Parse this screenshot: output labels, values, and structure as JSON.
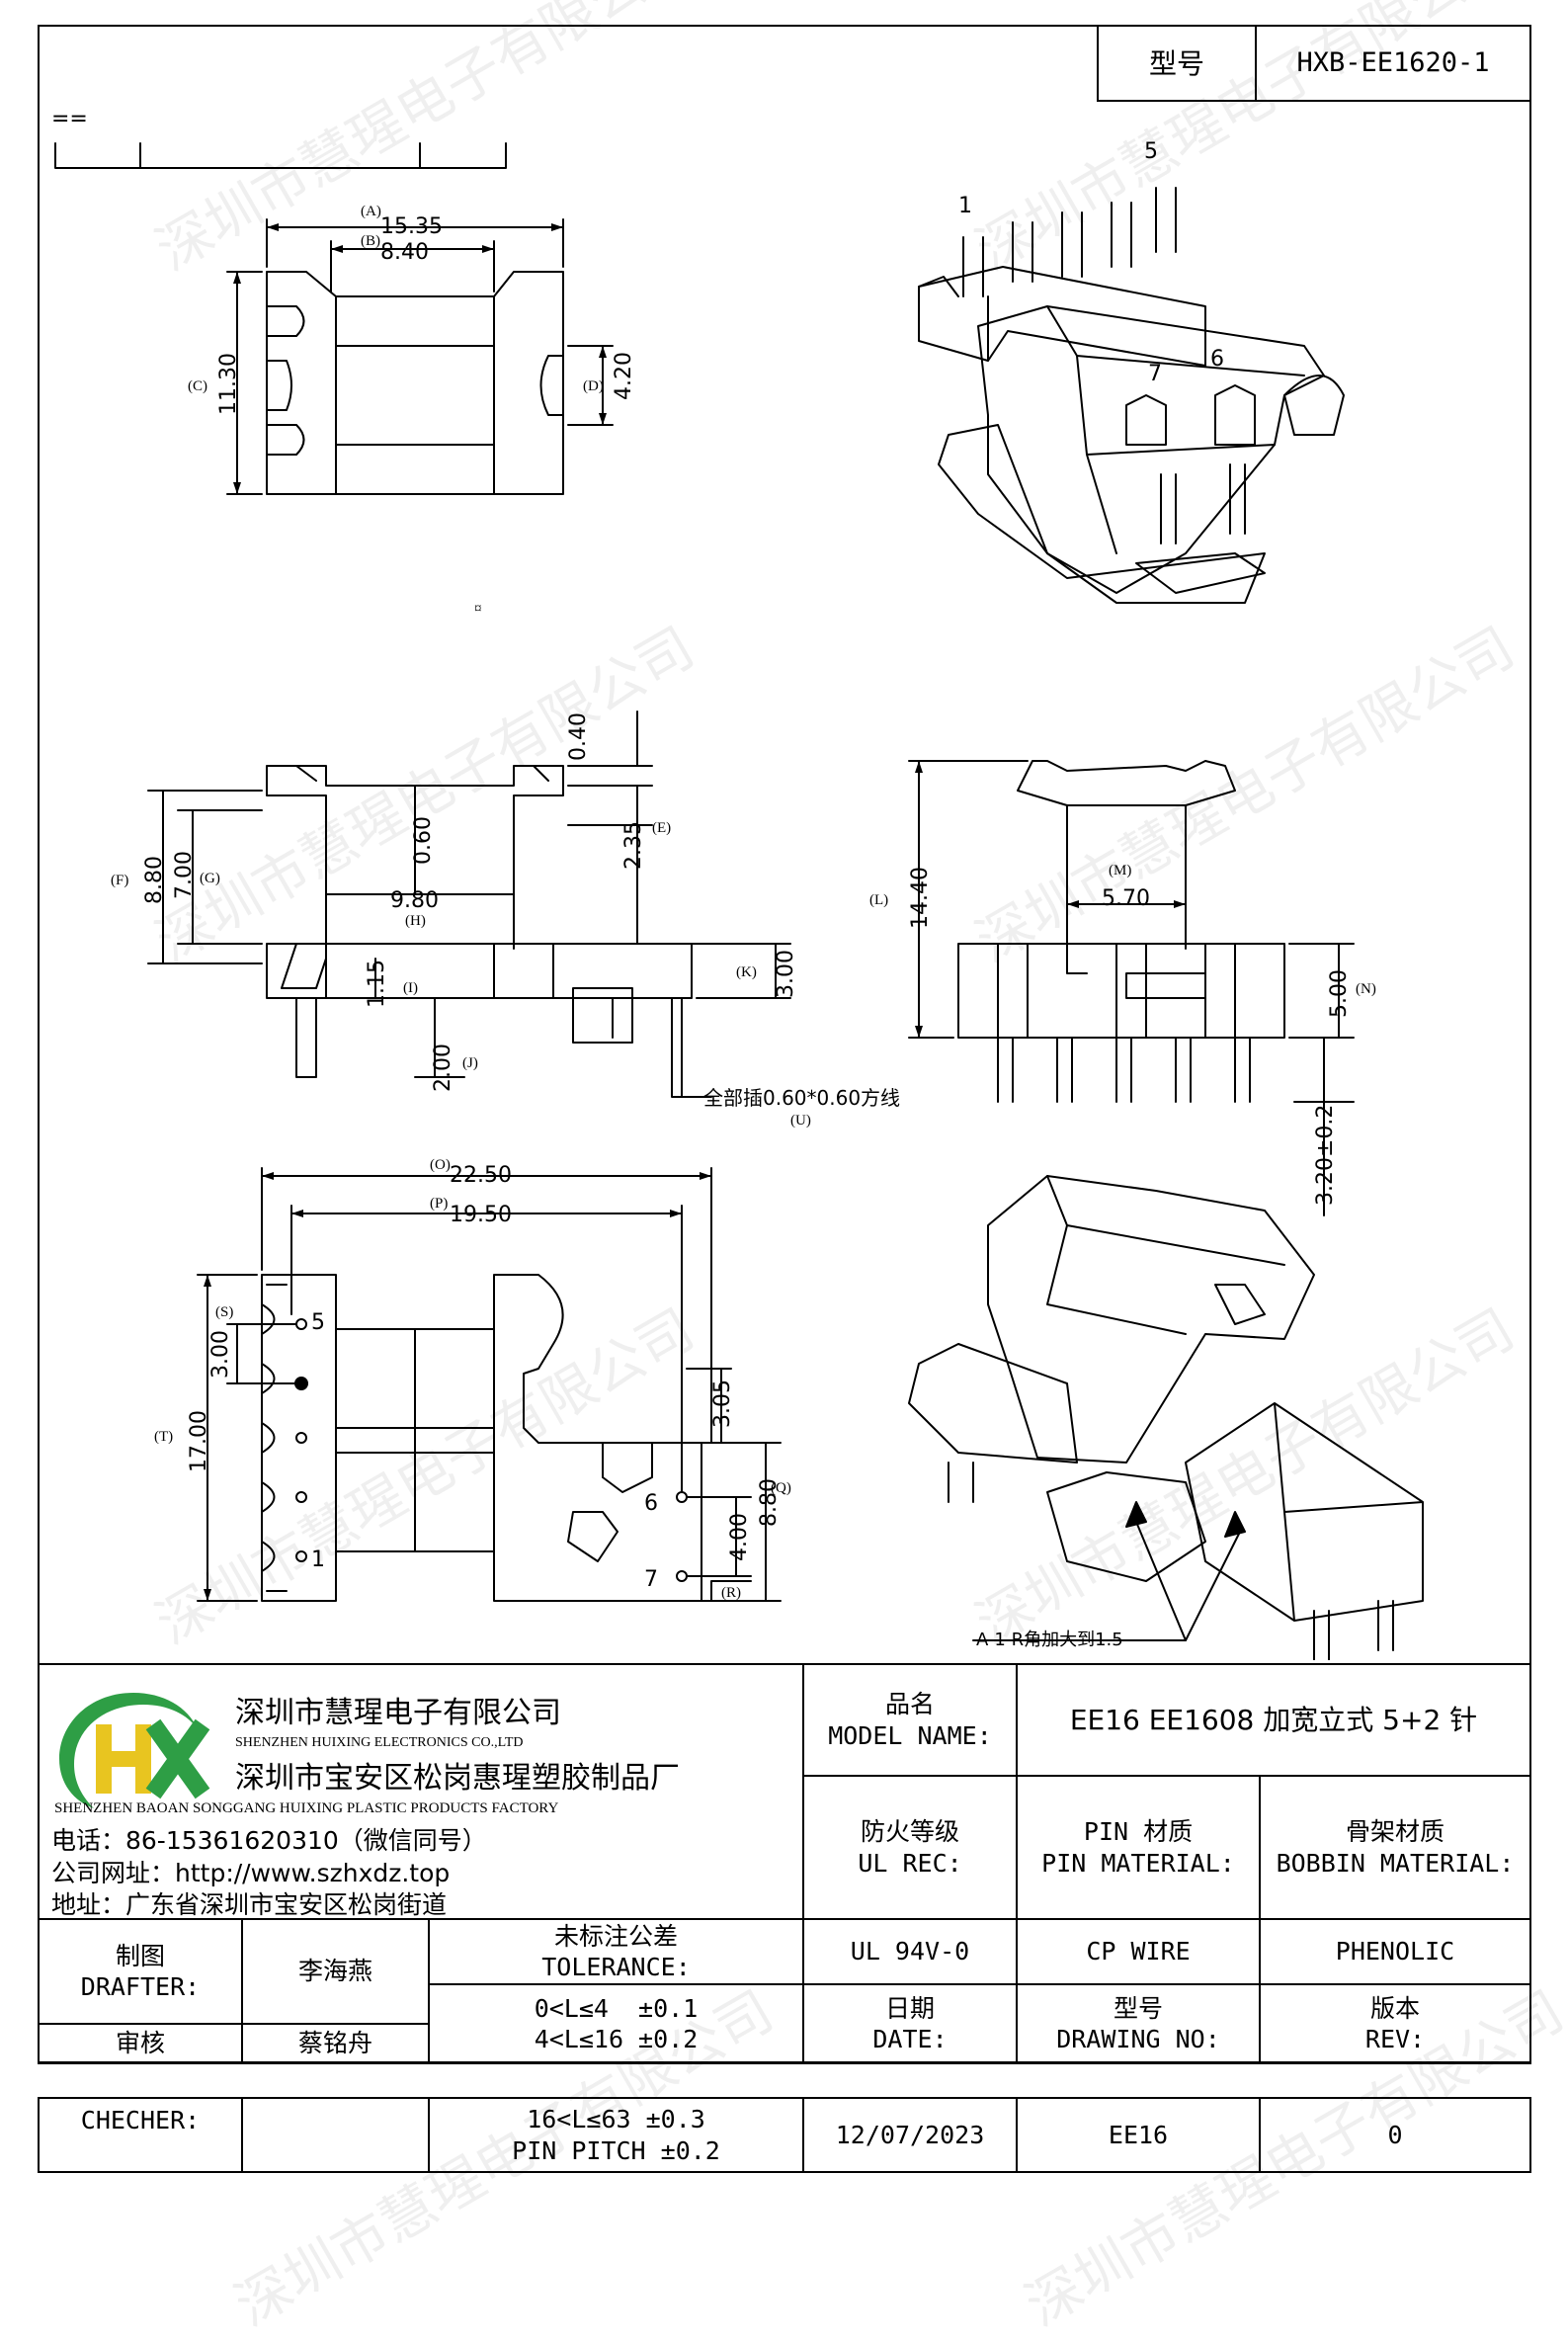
{
  "header": {
    "model_label": "型号",
    "model_value": "HXB-EE1620-1",
    "mark": "=="
  },
  "drawing": {
    "top_view": {
      "A": "(A)",
      "A_val": "15.35",
      "B": "(B)",
      "B_val": "8.40",
      "C": "(C)",
      "C_val": "11.30",
      "D": "(D)",
      "D_val": "4.20"
    },
    "side_view": {
      "v040": "0.40",
      "E": "(E)",
      "E_val": "2.35",
      "F": "(F)",
      "F_val": "8.80",
      "G": "(G)",
      "G_val": "7.00",
      "v060": "0.60",
      "H": "(H)",
      "H_val": "9.80",
      "I": "(I)",
      "I_val": "1.15",
      "J": "(J)",
      "J_val": "2.00",
      "K": "(K)",
      "K_val": "3.00",
      "U_note": "全部插0.60*0.60方线",
      "U": "(U)"
    },
    "front_view": {
      "L": "(L)",
      "L_val": "14.40",
      "M": "(M)",
      "M_val": "5.70",
      "N": "(N)",
      "N_val": "5.00",
      "pin_len": "3.20±0.2"
    },
    "bottom_view": {
      "O": "(O)",
      "O_val": "22.50",
      "P": "(P)",
      "P_val": "19.50",
      "S": "(S)",
      "S_val": "3.00",
      "T": "(T)",
      "T_val": "17.00",
      "v305": "3.05",
      "Q": "(Q)",
      "Q_val": "8.80",
      "v400": "4.00",
      "R": "(R)",
      "pin5": "5",
      "pin1": "1",
      "pin6": "6",
      "pin7": "7"
    },
    "iso_top": {
      "pin1": "1",
      "pin5": "5",
      "pin6": "6",
      "pin7": "7"
    },
    "iso_bottom": {
      "note": "A-1 R角加大到1.5"
    },
    "small_mark": "¤"
  },
  "company": {
    "logo_letters": "HX",
    "name_cn": "深圳市慧瑆电子有限公司",
    "name_en": "SHENZHEN HUIXING ELECTRONICS CO.,LTD",
    "factory_cn": "深圳市宝安区松岗惠瑆塑胶制品厂",
    "factory_en": "SHENZHEN BAOAN SONGGANG HUIXING PLASTIC PRODUCTS FACTORY",
    "phone": "电话：86-15361620310（微信同号）",
    "website": "公司网址：http://www.szhxdz.top",
    "address": "地址：广东省深圳市宝安区松岗街道"
  },
  "titleblock": {
    "model_name_cn": "品名",
    "model_name_en": "MODEL NAME:",
    "model_name_value": "EE16 EE1608 加宽立式 5+2 针",
    "ul_cn": "防火等级",
    "ul_en": "UL REC:",
    "pin_cn": "PIN 材质",
    "pin_en": "PIN MATERIAL:",
    "bobbin_cn": "骨架材质",
    "bobbin_en": "BOBBIN MATERIAL:",
    "drafter_cn": "制图",
    "drafter_en": "DRAFTER:",
    "drafter_name": "李海燕",
    "tol_cn": "未标注公差",
    "tol_en": "TOLERANCE:",
    "tol1": "0<L≤4  ±0.1",
    "tol2": "4<L≤16 ±0.2",
    "tol3": "16<L≤63 ±0.3",
    "tol4": "PIN PITCH ±0.2",
    "ul_value": "UL 94V-0",
    "pin_value": "CP WIRE",
    "bobbin_value": "PHENOLIC",
    "checker_cn": "审核",
    "checker_name": "蔡铭舟",
    "checker_en": "CHECHER:",
    "date_cn": "日期",
    "date_en": "DATE:",
    "date_value": "12/07/2023",
    "drawno_cn": "型号",
    "drawno_en": "DRAWING NO:",
    "drawno_value": "EE16",
    "rev_cn": "版本",
    "rev_en": "REV:",
    "rev_value": "0"
  },
  "watermark": "深圳市慧瑆电子有限公司"
}
